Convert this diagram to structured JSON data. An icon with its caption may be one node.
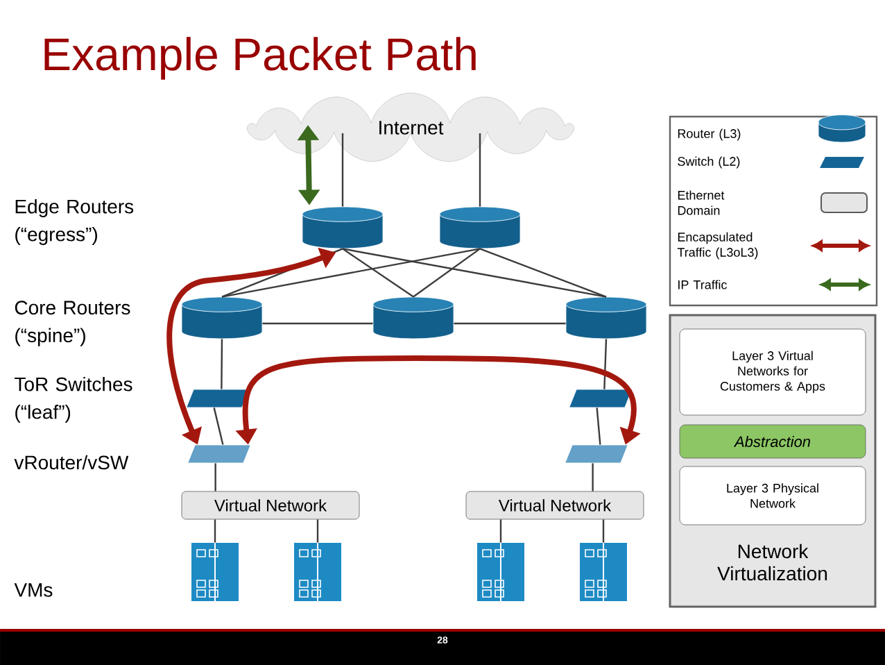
{
  "diagram": {
    "title": "Example Packet Path",
    "nodes": [
      {
        "text": [
          "Internet"
        ]
      },
      {
        "text": [],
        "shape": "cylinder"
      },
      {
        "text": [],
        "shape": "cylinder"
      },
      {
        "text": [],
        "shape": "cylinder"
      },
      {
        "text": [],
        "shape": "cylinder"
      },
      {
        "text": [],
        "shape": "cylinder"
      },
      {
        "text": [],
        "shape": "box"
      },
      {
        "text": [],
        "shape": "box"
      },
      {
        "text": [],
        "shape": "box"
      },
      {
        "text": [],
        "shape": "box"
      },
      {
        "text": [
          "Virtual Network"
        ]
      },
      {
        "text": [
          "Virtual Network"
        ]
      },
      {
        "text": [],
        "shape": "box"
      },
      {
        "text": [],
        "shape": "box"
      },
      {
        "text": [],
        "shape": "box"
      },
      {
        "text": [],
        "shape": "box"
      },
      {
        "text": [
          "Network Virtualization"
        ]
      },
      {
        "text": [
          "Layer 3 Virtual Networks for Customers & Apps"
        ],
        "in": 16
      },
      {
        "text": [
          "Abstraction"
        ],
        "in": 16
      },
      {
        "text": [
          "Layer 3 Physical Network"
        ],
        "in": 16
      }
    ],
    "edges": [
      {
        "from": 0,
        "to": 1,
        "arrow": "none"
      },
      {
        "from": 0,
        "to": 2,
        "arrow": "none"
      },
      {
        "from": 1,
        "to": 3,
        "arrow": "none"
      },
      {
        "from": 1,
        "to": 4,
        "arrow": "none"
      },
      {
        "from": 1,
        "to": 5,
        "arrow": "none"
      },
      {
        "from": 2,
        "to": 3,
        "arrow": "none"
      },
      {
        "from": 2,
        "to": 4,
        "arrow": "none"
      },
      {
        "from": 2,
        "to": 5,
        "arrow": "none"
      },
      {
        "from": 3,
        "to": 4,
        "arrow": "none"
      },
      {
        "from": 4,
        "to": 5,
        "arrow": "none"
      },
      {
        "from": 3,
        "to": 6,
        "arrow": "none"
      },
      {
        "from": 6,
        "to": 8,
        "arrow": "none"
      },
      {
        "from": 8,
        "to": 10,
        "arrow": "none"
      },
      {
        "from": 5,
        "to": 7,
        "arrow": "none"
      },
      {
        "from": 7,
        "to": 9,
        "arrow": "none"
      },
      {
        "from": 9,
        "to": 11,
        "arrow": "none"
      },
      {
        "from": 10,
        "to": 12,
        "arrow": "none"
      },
      {
        "from": 10,
        "to": 13,
        "arrow": "none"
      },
      {
        "from": 11,
        "to": 14,
        "arrow": "none"
      },
      {
        "from": 11,
        "to": 15,
        "arrow": "none"
      },
      {
        "from": 0,
        "to": 1,
        "arrow": "both",
        "style": "thick",
        "color": "#3b6a1f"
      },
      {
        "from": 8,
        "to": 1,
        "arrow": "both",
        "style": "thick",
        "color": "#a3180e"
      },
      {
        "from": 8,
        "to": 9,
        "arrow": "both",
        "style": "thick",
        "color": "#a3180e"
      }
    ],
    "labels": [
      "Edge Routers (“egress”)",
      "Core Routers (“spine”)",
      "ToR Switches (“leaf”)",
      "vRouter/vSW",
      "VMs",
      "28"
    ],
    "legend": [
      {
        "text": "Router (L3)"
      },
      {
        "text": "Switch (L2)"
      },
      {
        "text": "Ethernet Domain"
      },
      {
        "text": "Encapsulated Traffic (L3oL3)"
      },
      {
        "text": "IP Traffic"
      }
    ]
  }
}
